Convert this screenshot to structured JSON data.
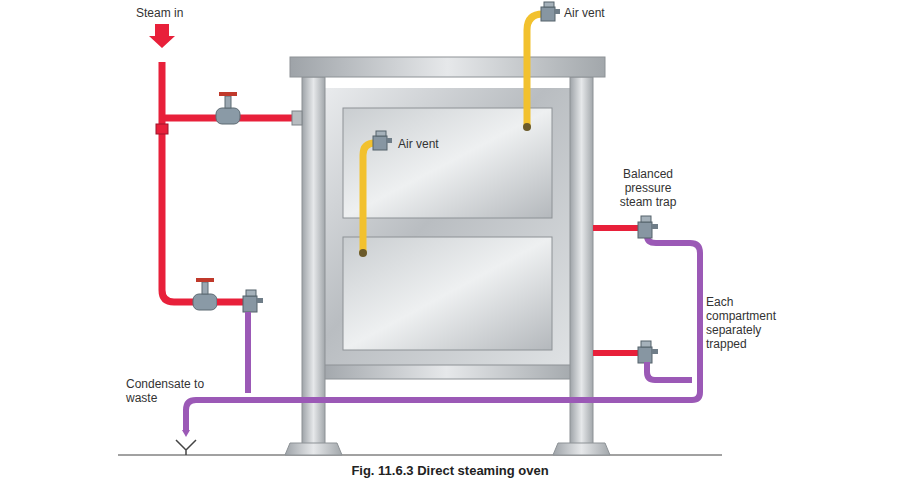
{
  "diagram": {
    "caption": "Fig. 11.6.3 Direct steaming oven",
    "labels": [
      "Steam in",
      "Air vent",
      "Air vent",
      "Balanced pressure steam trap",
      "Each compartment separately trapped",
      "Condensate to waste"
    ]
  }
}
